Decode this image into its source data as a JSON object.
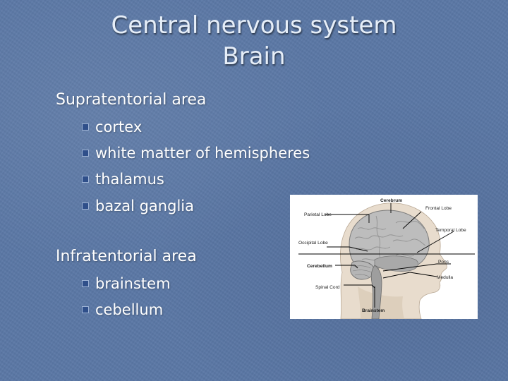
{
  "title": {
    "line1": "Central nervous system",
    "line2": "Brain"
  },
  "sections": [
    {
      "heading": "Supratentorial area",
      "items": [
        "cortex",
        "white matter of hemispheres",
        "thalamus",
        "bazal ganglia"
      ]
    },
    {
      "heading": "Infratentorial area",
      "items": [
        "brainstem",
        "cebellum"
      ]
    }
  ],
  "figure": {
    "labels": {
      "cerebrum": "Cerebrum",
      "parietal_lobe": "Parietal Lobe",
      "frontal_lobe": "Frontal Lobe",
      "temporal_lobe": "Temporal Lobe",
      "occipital_lobe": "Occipital Lobe",
      "cerebellum": "Cerebellum",
      "pons": "Pons",
      "medulla": "Medulla",
      "spinal_cord": "Spinal Cord",
      "brainstem": "Brainstem"
    }
  },
  "colors": {
    "background": "#5b78a6",
    "title_text": "#e6eef8",
    "body_text": "#ffffff",
    "bullet": "#2f4f8a"
  }
}
